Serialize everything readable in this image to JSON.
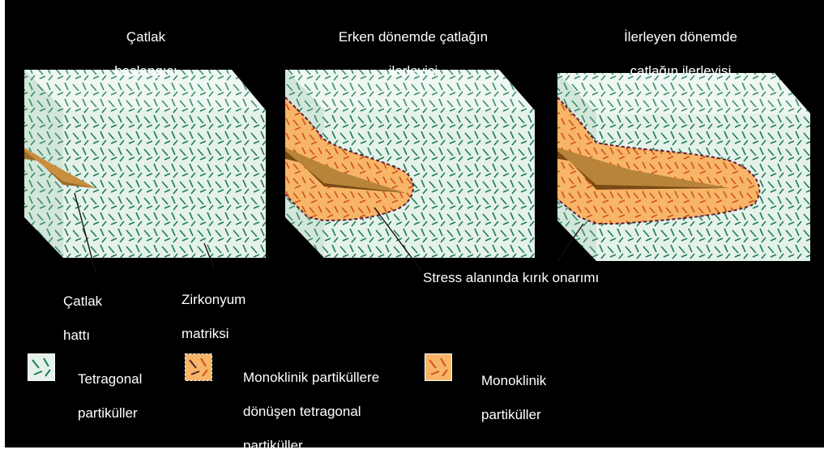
{
  "stages": [
    {
      "title_line1": "Çatlak",
      "title_line2": "başlangıcı"
    },
    {
      "title_line1": "Erken dönemde çatlağın",
      "title_line2": "ilerleyişi"
    },
    {
      "title_line1": "İlerleyen dönemde",
      "title_line2": "çatlağın ilerleyişi"
    }
  ],
  "callouts": {
    "crack_line": {
      "line1": "Çatlak",
      "line2": "hattı"
    },
    "matrix": {
      "line1": "Zirkonyum",
      "line2": "matriksi"
    },
    "repair": "Stress alanında kırık onarımı"
  },
  "legend": [
    {
      "line1": "Tetragonal",
      "line2": "partiküller",
      "line3": ""
    },
    {
      "line1": "Monoklinik partiküllere",
      "line2": "dönüşen tetragonal",
      "line3": "partiküller"
    },
    {
      "line1": "Monoklinik",
      "line2": "partiküller",
      "line3": ""
    }
  ],
  "colors": {
    "background": "#000000",
    "block_face": "#e4f2ea",
    "block_top": "#eef7f2",
    "block_side": "#d2e6da",
    "tetragonal_particle": "#1f7a55",
    "transform_zone": "#f7b568",
    "transforming_particle": "#5a1f3c",
    "monoclinic_particle": "#d2501a",
    "crack": "#7a4a14"
  }
}
